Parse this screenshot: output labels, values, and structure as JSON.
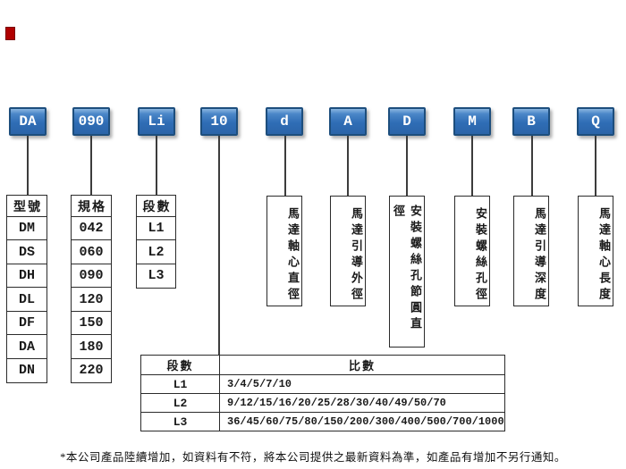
{
  "top_codes": [
    "DA",
    "090",
    "Li",
    "10",
    "d",
    "A",
    "D",
    "M",
    "B",
    "Q"
  ],
  "model_column": {
    "header": "型號",
    "values": [
      "DM",
      "DS",
      "DH",
      "DL",
      "DF",
      "DA",
      "DN"
    ]
  },
  "spec_column": {
    "header": "規格",
    "values": [
      "042",
      "060",
      "090",
      "120",
      "150",
      "180",
      "220"
    ]
  },
  "stage_column": {
    "header": "段數",
    "values": [
      "L1",
      "L2",
      "L3"
    ]
  },
  "vertical_labels": {
    "d": "馬達軸心直徑",
    "A": "馬達引導外徑",
    "D": "安裝螺絲孔節圓直徑",
    "M": "安裝螺絲孔徑",
    "B": "馬達引導深度",
    "Q": "馬達軸心長度"
  },
  "ratio_table": {
    "stage_header": "段數",
    "ratio_header": "比數",
    "rows": [
      {
        "stage": "L1",
        "ratios": "3/4/5/7/10"
      },
      {
        "stage": "L2",
        "ratios": "9/12/15/16/20/25/28/30/40/49/50/70"
      },
      {
        "stage": "L3",
        "ratios": "36/45/60/75/80/150/200/300/400/500/700/1000"
      }
    ]
  },
  "footnote": "*本公司產品陸續增加，如資料有不符，將本公司提供之最新資料為準，如產品有增加不另行通知。",
  "colors": {
    "box_fill_top": "#8ab6e1",
    "box_fill_bottom": "#2b64a8",
    "box_border": "#1d4e7d",
    "line": "#3c3c3c",
    "table_border": "#2b2b2b",
    "placeholder_red": "#b00000"
  }
}
